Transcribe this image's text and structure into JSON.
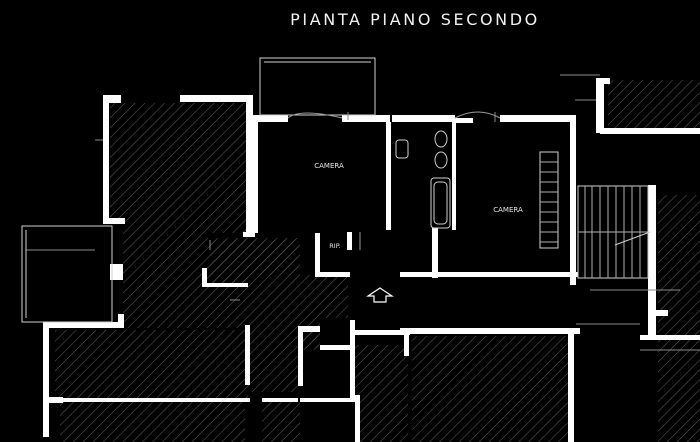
{
  "title": "PIANTA PIANO SECONDO",
  "labels": {
    "camera_1": "CAMERA",
    "camera_2": "CAMERA",
    "ripostiglio": "RIP."
  },
  "colors": {
    "background": "#000000",
    "wall": "#ffffff",
    "hatch": "#5a5a5a",
    "line": "#cfcfcf"
  }
}
